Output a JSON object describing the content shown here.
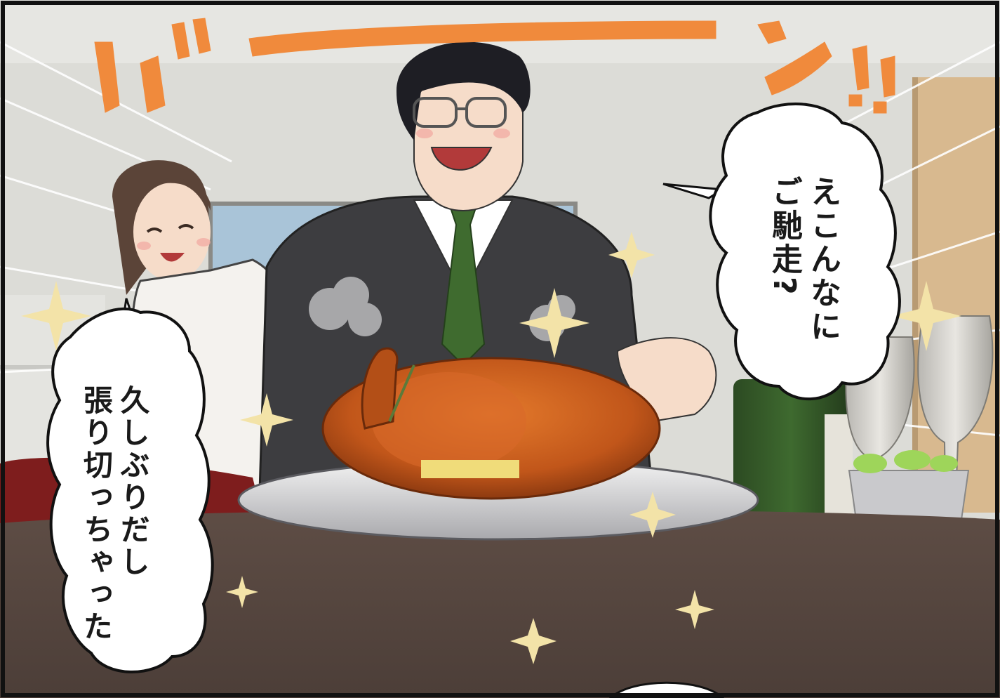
{
  "scene": {
    "sound_effect": "バ゛ーーーーーーン!!",
    "speech_man_lines": [
      "えこんなに",
      "ご馳走?"
    ],
    "speech_woman_lines": [
      "久しぶりだし",
      "張り切っちゃった"
    ]
  },
  "colors": {
    "sfx_orange": "#f08a3c",
    "border": "#111111",
    "wall": "#d9d9d4",
    "table": "#5a4b44",
    "turkey": "#c55a1c",
    "suit": "#3d3d40",
    "tie": "#3f6b2f",
    "sparkle": "#f3e3a8"
  }
}
